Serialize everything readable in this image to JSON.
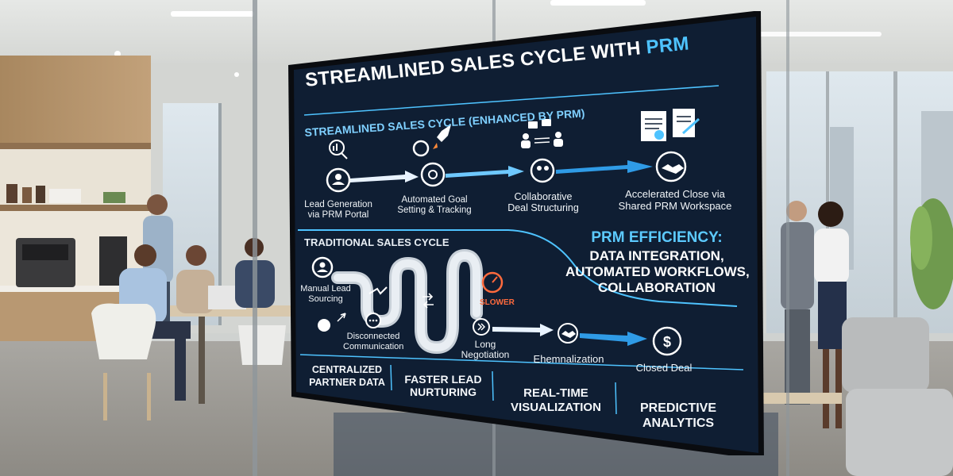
{
  "screen": {
    "title": {
      "main": "STREAMLINED SALES CYCLE WITH ",
      "accent": "PRM"
    },
    "enhanced_heading": "STREAMLINED SALES CYCLE (ENHANCED BY PRM)",
    "enhanced_steps": [
      {
        "line1": "Lead Generation",
        "line2": "via PRM Portal",
        "icon": "magnifier-chart-icon"
      },
      {
        "line1": "Automated Goal",
        "line2": "Setting & Tracking",
        "icon": "gear-rocket-icon"
      },
      {
        "line1": "Collaborative",
        "line2": "Deal Structuring",
        "icon": "people-exchange-icon"
      },
      {
        "line1": "Accelerated Close via",
        "line2": "Shared PRM Workspace",
        "icon": "handshake-contract-icon"
      }
    ],
    "traditional_heading": "TRADITIONAL SALES CYCLE",
    "traditional_steps": [
      {
        "line1": "Manual Lead",
        "line2": "Sourcing"
      },
      {
        "line1": "Disconnected",
        "line2": "Communication"
      },
      {
        "line1": "Long",
        "line2": "Negotiation"
      },
      {
        "line1": "Ehemnalization",
        "line2": ""
      },
      {
        "line1": "Closed Deal",
        "line2": ""
      }
    ],
    "slower_badge": "SLOWER",
    "efficiency": {
      "heading": "PRM EFFICIENCY:",
      "line1": "DATA INTEGRATION,",
      "line2": "AUTOMATED WORKFLOWS,",
      "line3": "COLLABORATION"
    },
    "benefits": [
      {
        "line1": "CENTRALIZED",
        "line2": "PARTNER DATA"
      },
      {
        "line1": "FASTER LEAD",
        "line2": "NURTURING"
      },
      {
        "line1": "REAL-TIME",
        "line2": "VISUALIZATION"
      },
      {
        "line1": "PREDICTIVE",
        "line2": "ANALYTICS"
      }
    ]
  },
  "colors": {
    "screen_bg": "#0f1e33",
    "accent_cyan": "#4ec3ff",
    "arrow_blue": "#2f9be6",
    "slow_orange": "#ff6a3d"
  }
}
